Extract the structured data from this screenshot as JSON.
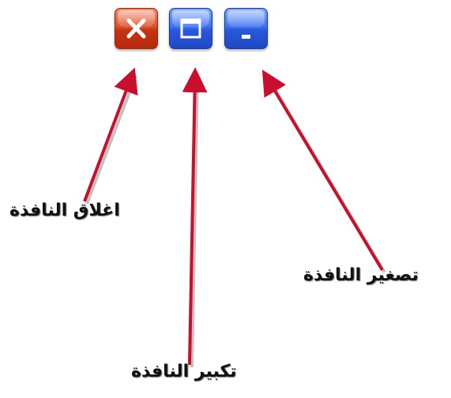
{
  "window_controls": {
    "close_button": {
      "label": "اغلاق النافذة",
      "icon": "close-icon",
      "color": "#d8431e"
    },
    "maximize_button": {
      "label": "تكبير النافذة",
      "icon": "maximize-icon",
      "color": "#2f5fe0"
    },
    "minimize_button": {
      "label": "تصغير النافذة",
      "icon": "minimize-icon",
      "color": "#2f5fe0"
    }
  },
  "annotations": {
    "arrow_color": "#c8102e"
  }
}
